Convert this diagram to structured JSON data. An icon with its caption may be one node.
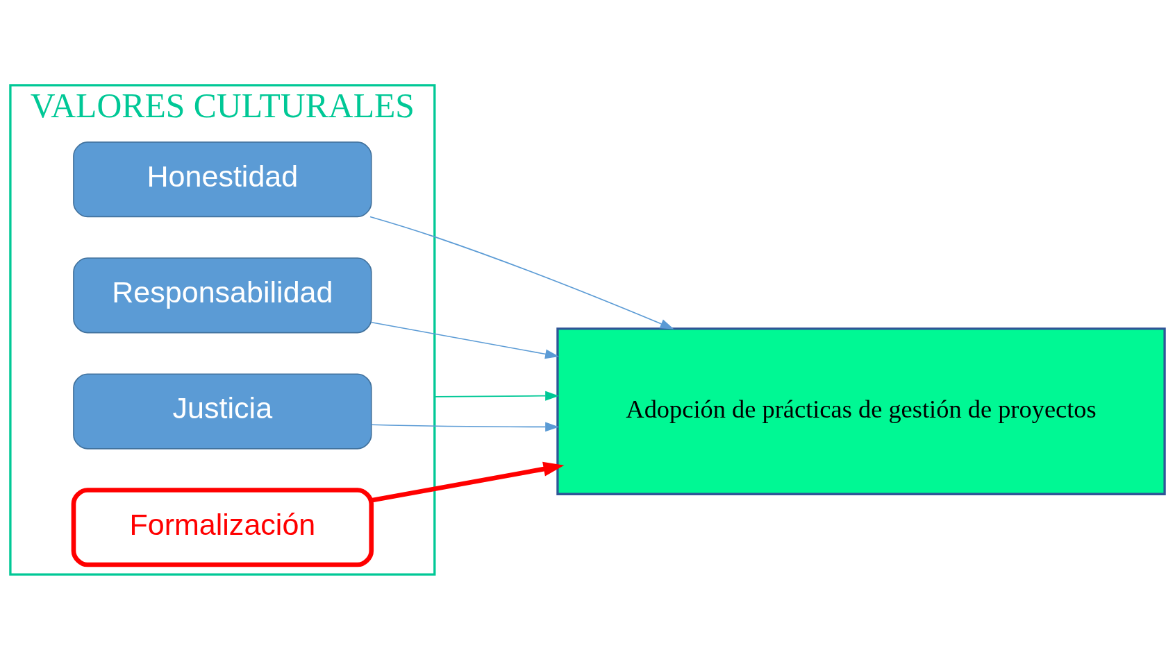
{
  "diagram": {
    "nodes": [
      {
        "text": [
          "VALORES CULTURALES"
        ]
      },
      {
        "text": [
          "Honestidad"
        ],
        "in": 0
      },
      {
        "text": [
          "Responsabilidad"
        ],
        "in": 0
      },
      {
        "text": [
          "Justicia"
        ],
        "in": 0
      },
      {
        "text": [
          "Formalización"
        ],
        "in": 0
      },
      {
        "text": [
          "Adopción de prácticas de gestión de proyectos"
        ]
      }
    ],
    "edges": [
      {
        "from": 1,
        "to": 5,
        "arrow": "to"
      },
      {
        "from": 2,
        "to": 5,
        "arrow": "to"
      },
      {
        "from": 3,
        "to": 5,
        "arrow": "to"
      },
      {
        "from": 4,
        "to": 5,
        "arrow": "to",
        "style": "thick",
        "color": "#ff0000"
      },
      {
        "from": 0,
        "to": 5,
        "arrow": "to",
        "color": "#00c896"
      }
    ]
  }
}
